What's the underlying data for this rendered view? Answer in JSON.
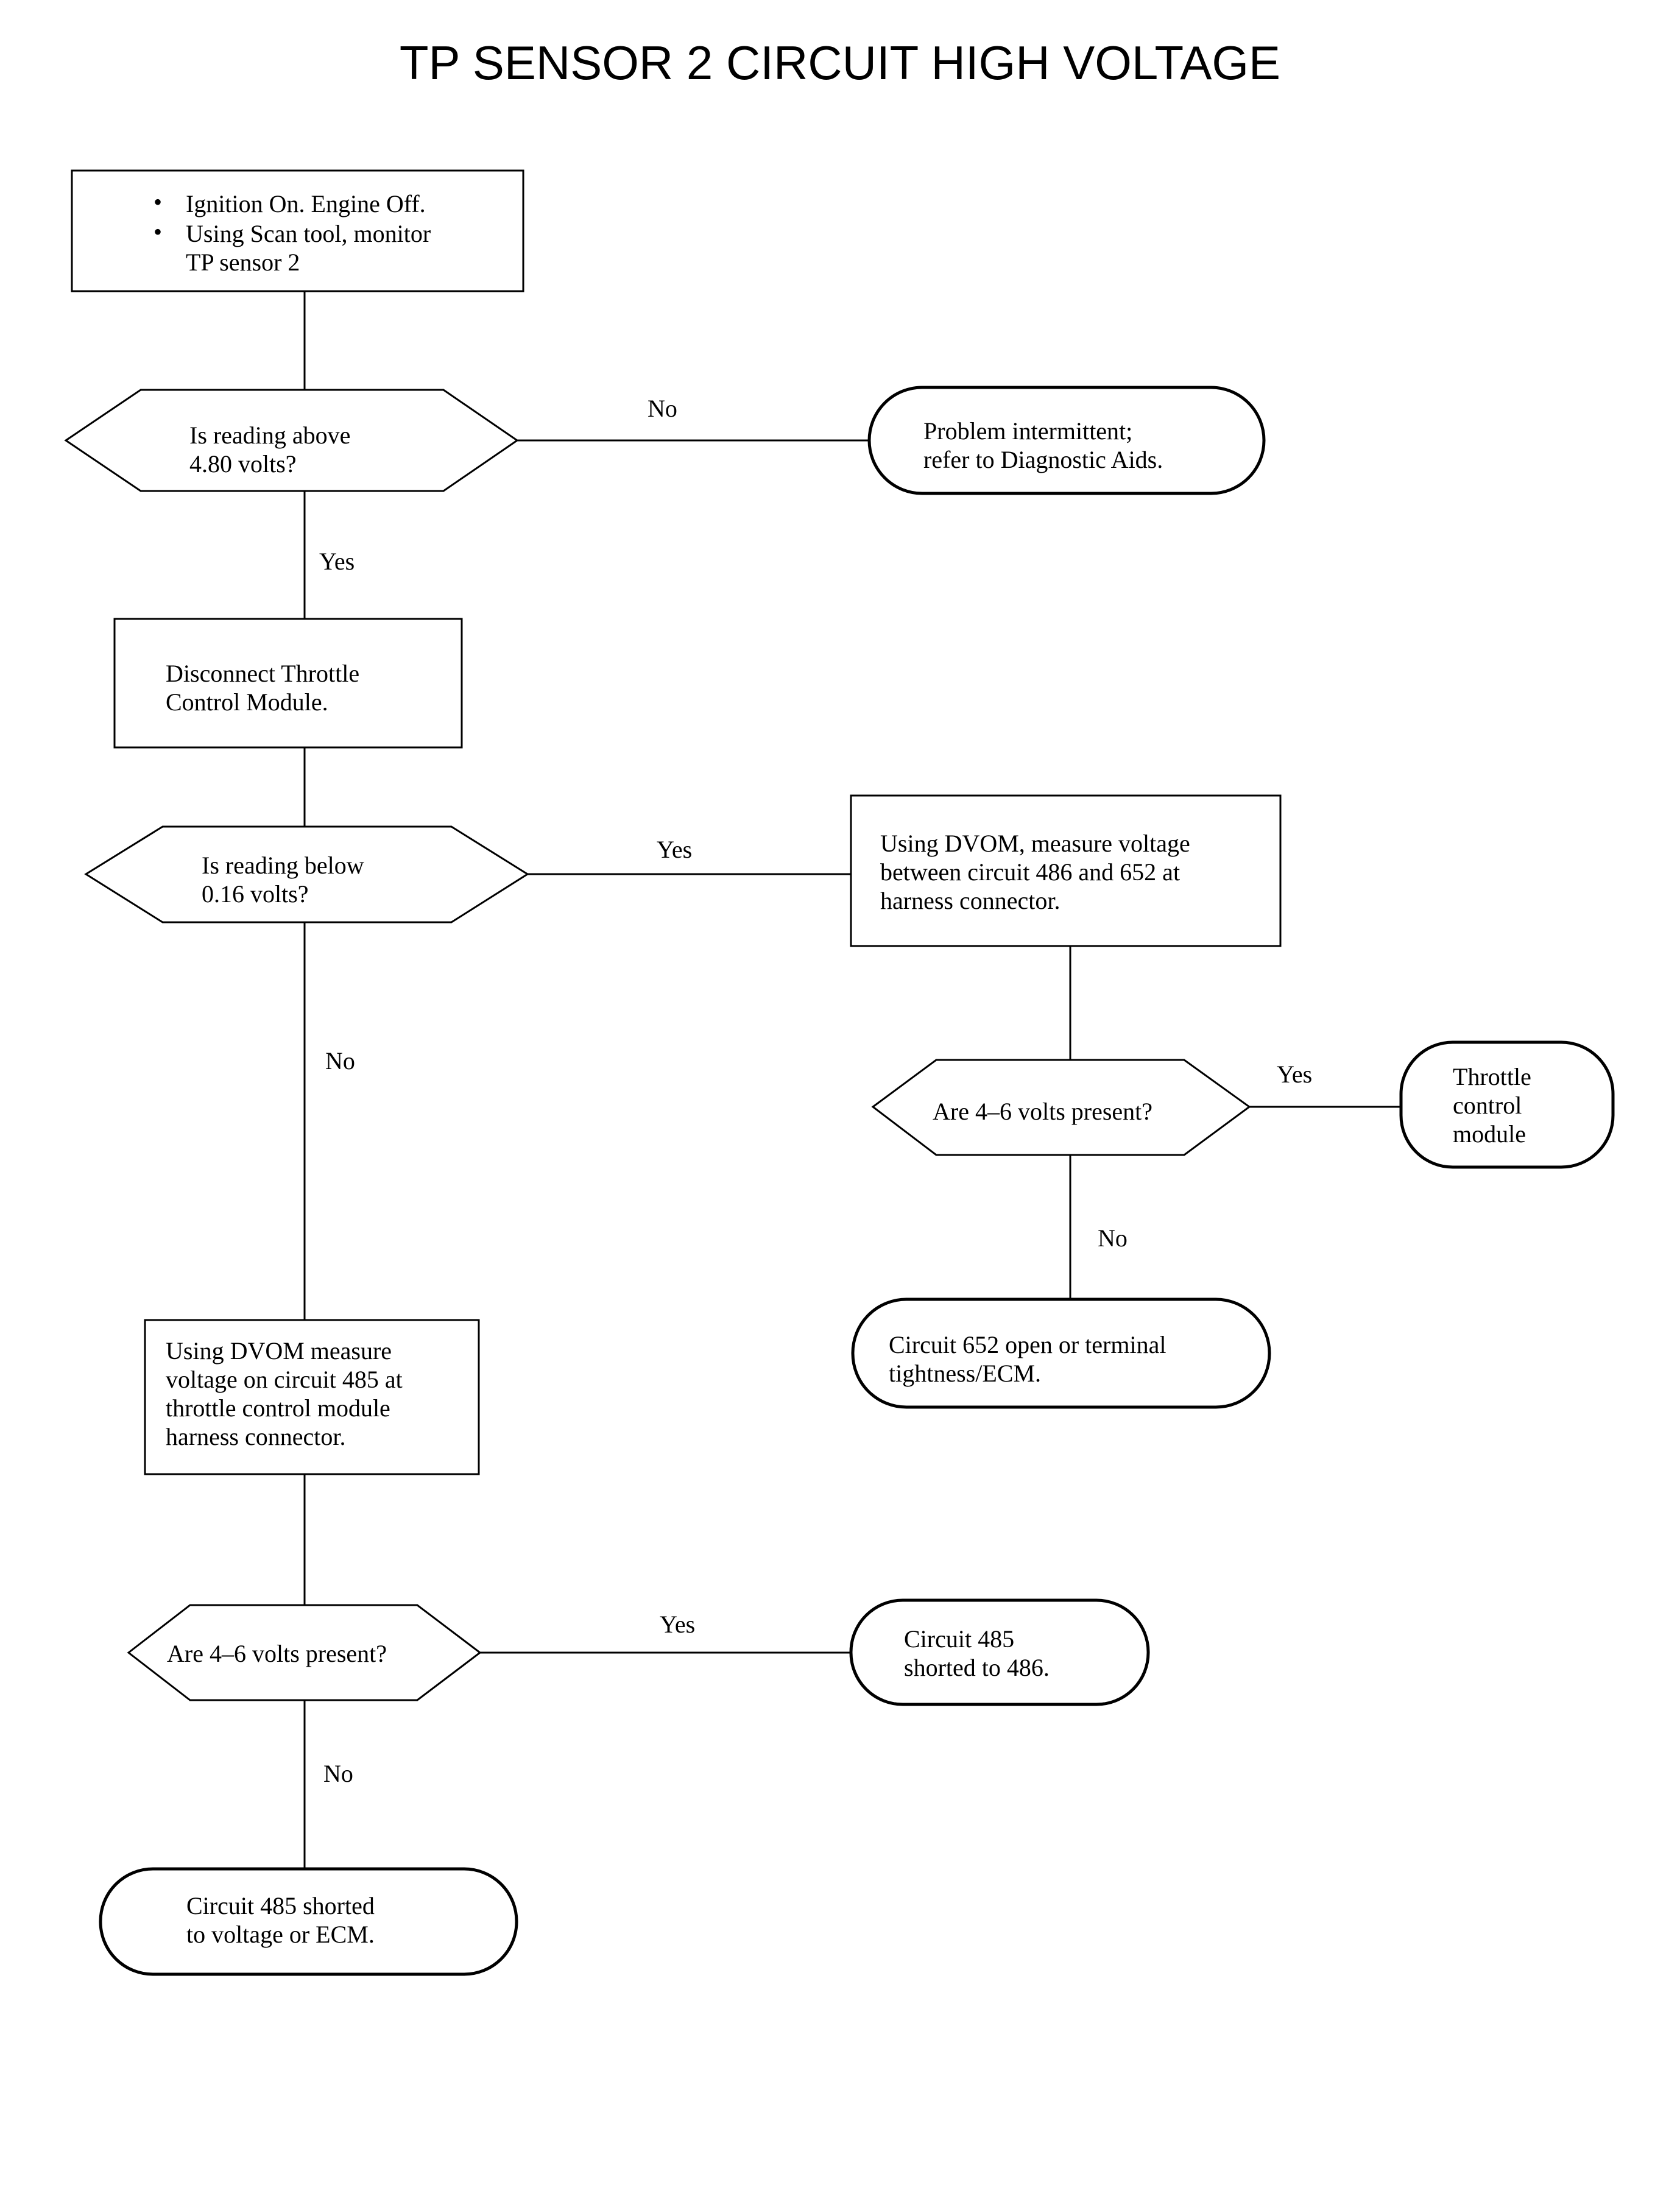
{
  "title": "TP SENSOR 2 CIRCUIT HIGH VOLTAGE",
  "nodes": {
    "start": {
      "bullets": [
        "Ignition On. Engine Off.",
        "Using Scan tool, monitor"
      ],
      "continuation": "TP sensor 2"
    },
    "q1": {
      "lines": [
        "Is reading above",
        "4.80 volts?"
      ]
    },
    "intermittent": {
      "lines": [
        "Problem intermittent;",
        "refer to Diagnostic Aids."
      ]
    },
    "disconnect": {
      "lines": [
        "Disconnect Throttle",
        "Control Module."
      ]
    },
    "q2": {
      "lines": [
        "Is reading below",
        "0.16 volts?"
      ]
    },
    "measure486": {
      "lines": [
        "Using DVOM, measure voltage",
        "between circuit 486 and 652 at",
        "harness connector."
      ]
    },
    "q3": {
      "lines": [
        "Are 4–6 volts present?"
      ]
    },
    "tcm": {
      "lines": [
        "Throttle",
        "control",
        "module"
      ]
    },
    "c652": {
      "lines": [
        "Circuit 652 open or terminal",
        "tightness/ECM."
      ]
    },
    "measure485": {
      "lines": [
        "Using DVOM measure",
        "voltage on circuit 485 at",
        "throttle control module",
        "harness connector."
      ]
    },
    "q4": {
      "lines": [
        "Are 4–6 volts present?"
      ]
    },
    "c485to486": {
      "lines": [
        "Circuit 485",
        "shorted to 486."
      ]
    },
    "c485volt": {
      "lines": [
        "Circuit 485 shorted",
        "to voltage or ECM."
      ]
    }
  },
  "edges": {
    "q1_no": "No",
    "q1_yes": "Yes",
    "q2_yes": "Yes",
    "q2_no": "No",
    "q3_yes": "Yes",
    "q3_no": "No",
    "q4_yes": "Yes",
    "q4_no": "No"
  }
}
